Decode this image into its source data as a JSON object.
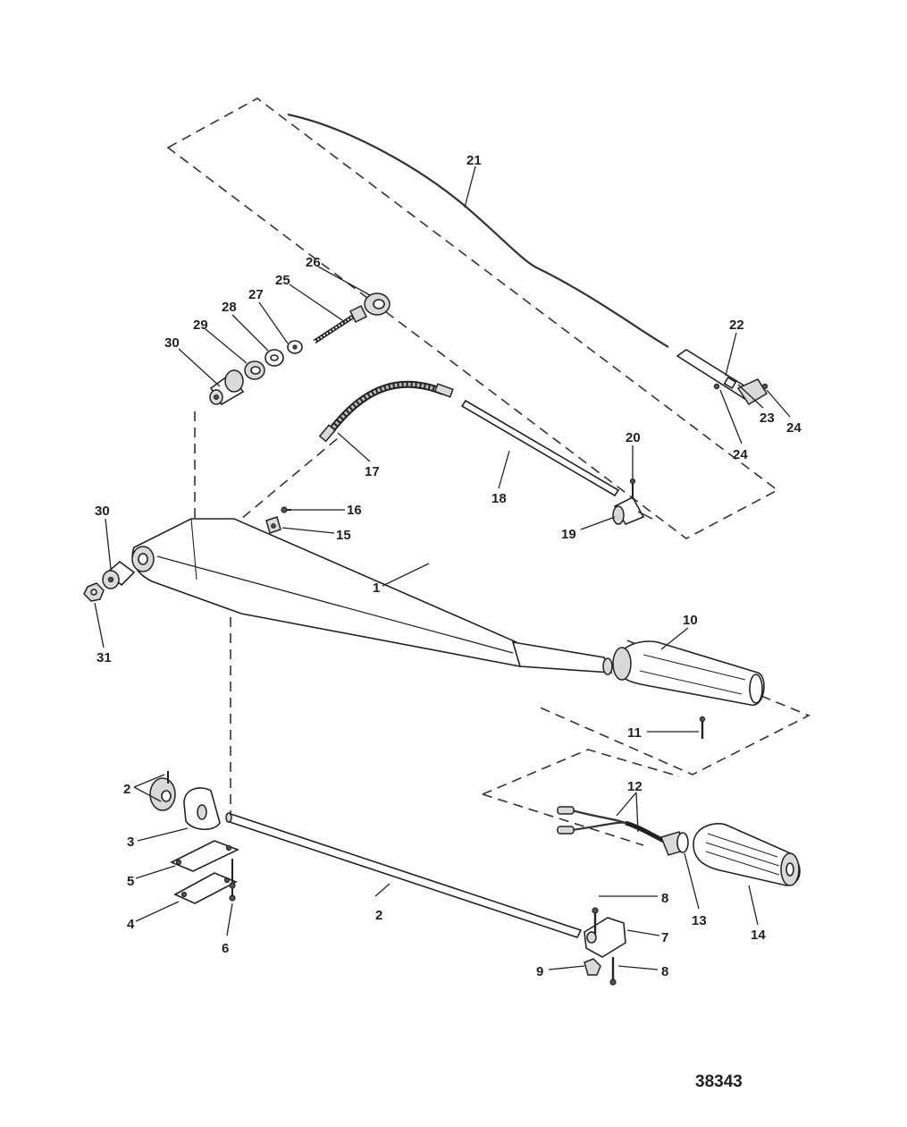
{
  "figure_number": "38343",
  "callouts": [
    {
      "id": "c1",
      "text": "1"
    },
    {
      "id": "c2a",
      "text": "2"
    },
    {
      "id": "c2b",
      "text": "2"
    },
    {
      "id": "c3",
      "text": "3"
    },
    {
      "id": "c4",
      "text": "4"
    },
    {
      "id": "c5",
      "text": "5"
    },
    {
      "id": "c6",
      "text": "6"
    },
    {
      "id": "c7",
      "text": "7"
    },
    {
      "id": "c8a",
      "text": "8"
    },
    {
      "id": "c8b",
      "text": "8"
    },
    {
      "id": "c9",
      "text": "9"
    },
    {
      "id": "c10",
      "text": "10"
    },
    {
      "id": "c11",
      "text": "11"
    },
    {
      "id": "c12",
      "text": "12"
    },
    {
      "id": "c13",
      "text": "13"
    },
    {
      "id": "c14",
      "text": "14"
    },
    {
      "id": "c15",
      "text": "15"
    },
    {
      "id": "c16",
      "text": "16"
    },
    {
      "id": "c17",
      "text": "17"
    },
    {
      "id": "c18",
      "text": "18"
    },
    {
      "id": "c19",
      "text": "19"
    },
    {
      "id": "c20",
      "text": "20"
    },
    {
      "id": "c21",
      "text": "21"
    },
    {
      "id": "c22",
      "text": "22"
    },
    {
      "id": "c23",
      "text": "23"
    },
    {
      "id": "c24a",
      "text": "24"
    },
    {
      "id": "c24b",
      "text": "24"
    },
    {
      "id": "c25",
      "text": "25"
    },
    {
      "id": "c26",
      "text": "26"
    },
    {
      "id": "c27",
      "text": "27"
    },
    {
      "id": "c28",
      "text": "28"
    },
    {
      "id": "c29",
      "text": "29"
    },
    {
      "id": "c30a",
      "text": "30"
    },
    {
      "id": "c30b",
      "text": "30"
    },
    {
      "id": "c31",
      "text": "31"
    }
  ]
}
